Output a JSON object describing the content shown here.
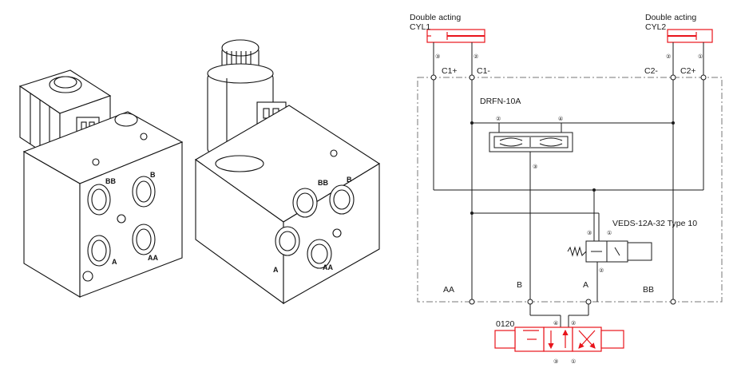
{
  "cylinder_1": {
    "line1": "Double acting",
    "line2": "CYL1"
  },
  "cylinder_2": {
    "line1": "Double acting",
    "line2": "CYL2"
  },
  "port_labels": {
    "c1_plus": "C1+",
    "c1_minus": "C1-",
    "c2_minus": "C2-",
    "c2_plus": "C2+",
    "aa": "AA",
    "b": "B",
    "a": "A",
    "bb": "BB"
  },
  "flow_divider": {
    "label": "DRFN-10A"
  },
  "solenoid_valve": {
    "label": "VEDS-12A-32 Type 10"
  },
  "directional_valve": {
    "label": "0120"
  },
  "port_numbers": {
    "n1": "①",
    "n2": "②",
    "n3": "③",
    "n4": "④"
  },
  "block_small": {
    "bb": "BB",
    "b": "B",
    "aa": "AA",
    "a": "A"
  },
  "block_large": {
    "bb": "BB",
    "b": "B",
    "aa": "AA",
    "a": "A"
  },
  "colors": {
    "symbol_red": "#e8141b",
    "line": "#1a1a1a",
    "boundary": "#777777"
  }
}
